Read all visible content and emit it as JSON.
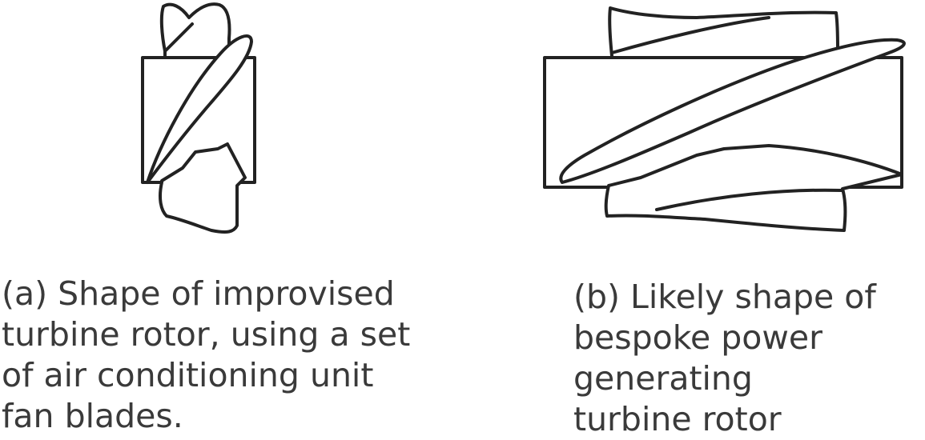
{
  "figure_a": {
    "caption_lines": [
      "(a) Shape of improvised",
      "turbine rotor, using a set",
      "of air conditioning unit",
      "fan blades."
    ]
  },
  "figure_b": {
    "caption_lines": [
      "(b) Likely shape of",
      "bespoke power",
      "generating",
      "turbine rotor"
    ]
  },
  "colors": {
    "stroke": "#222222",
    "caption_text": "#3a3a3a",
    "background": "#ffffff"
  }
}
